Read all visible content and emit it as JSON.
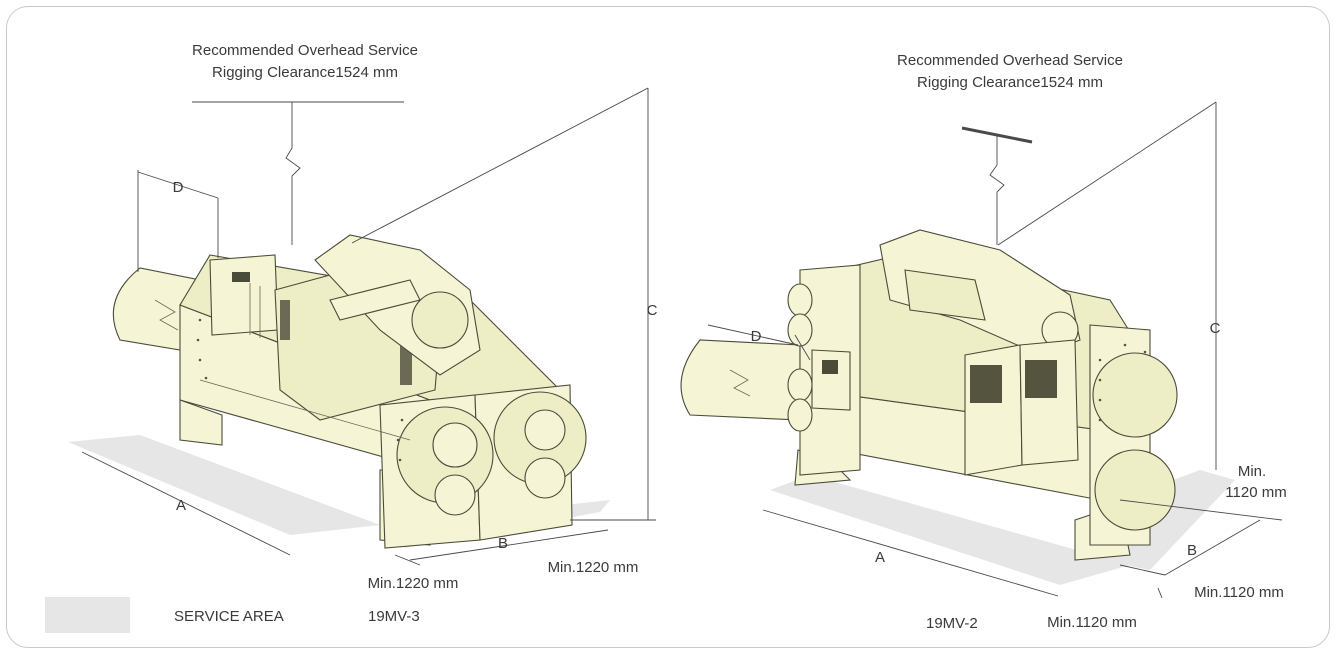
{
  "left_unit": {
    "overhead_line1": "Recommended Overhead Service",
    "overhead_line2": "Rigging Clearance1524 mm",
    "dim_a": "A",
    "dim_b": "B",
    "dim_c": "C",
    "dim_d": "D",
    "min_front": "Min.1220 mm",
    "min_side": "Min.1220 mm",
    "model": "19MV-3"
  },
  "right_unit": {
    "overhead_line1": "Recommended Overhead Service",
    "overhead_line2": "Rigging Clearance1524 mm",
    "dim_a": "A",
    "dim_b": "B",
    "dim_c": "C",
    "dim_d": "D",
    "min_top_line1": "Min.",
    "min_top_line2": "1120 mm",
    "min_side": "Min.1120 mm",
    "min_front": "Min.1120 mm",
    "model": "19MV-2"
  },
  "legend": {
    "label": "SERVICE AREA",
    "swatch_color": "#e6e6e6"
  },
  "colors": {
    "machine_fill": "#f5f5d6",
    "service_area": "#e6e6e6"
  }
}
